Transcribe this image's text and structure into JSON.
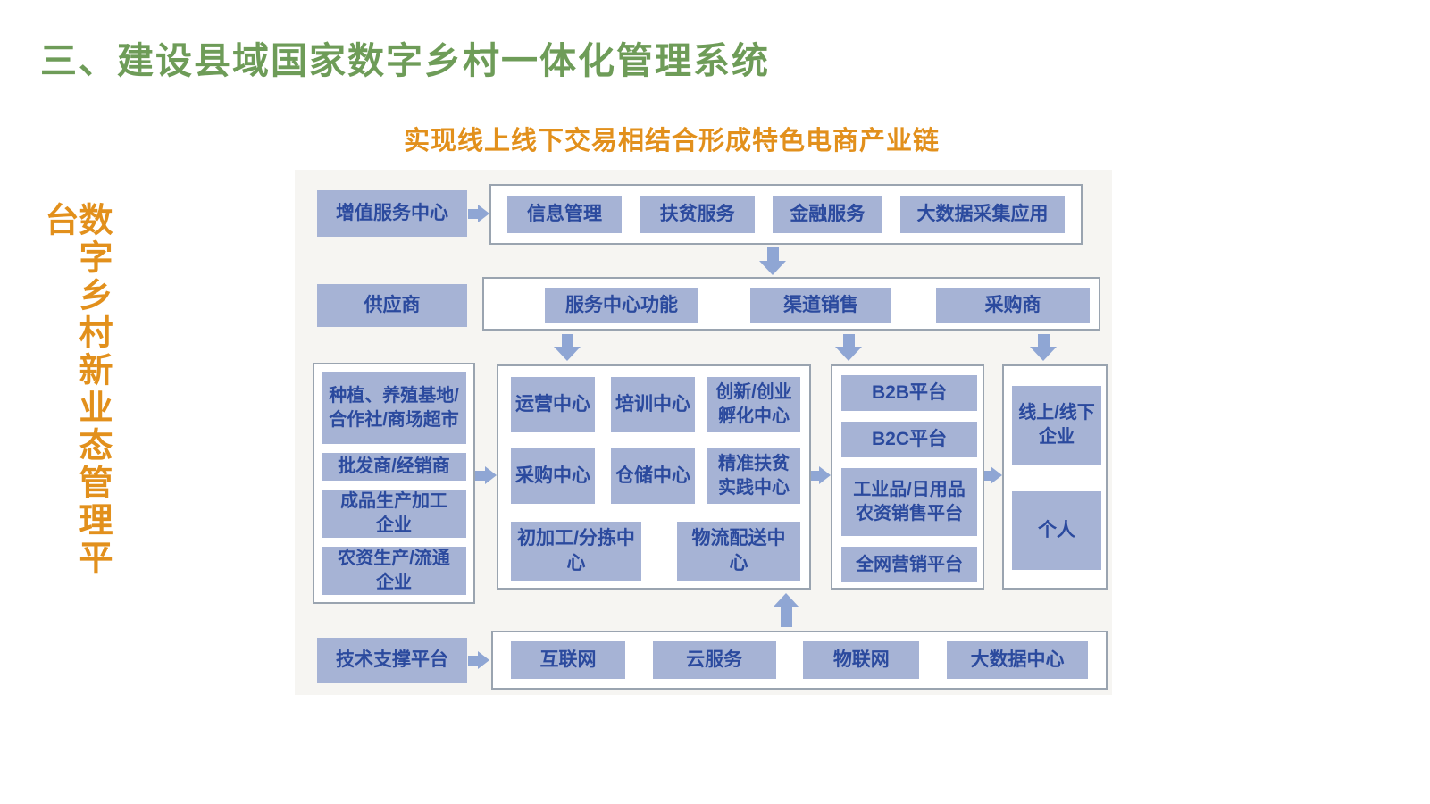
{
  "title": "三、建设县域国家数字乡村一体化管理系统",
  "subtitle": "实现线上线下交易相结合形成特色电商产业链",
  "side_label": "数字乡村新业态管理平台",
  "colors": {
    "title_green": "#6e9c58",
    "accent_orange": "#e2901c",
    "box_fill": "#a6b3d5",
    "box_text": "#2b4a9e",
    "arrow_blue": "#8fa6d4",
    "container_border": "#9aa4b0",
    "canvas_bg": "#f6f5f2"
  },
  "icons": {
    "arrow_right": "arrow-right-icon",
    "arrow_down": "arrow-down-icon",
    "arrow_up": "arrow-up-icon"
  },
  "diagram": {
    "value_added_services": {
      "source": "增值服务中心",
      "items": [
        "信息管理",
        "扶贫服务",
        "金融服务",
        "大数据采集应用"
      ]
    },
    "service_center_row": {
      "source": "供应商",
      "items": [
        "服务中心功能",
        "渠道销售",
        "采购商"
      ]
    },
    "producers": [
      "种植、养殖基地/合作社/商场超市",
      "批发商/经销商",
      "成品生产加工企业",
      "农资生产/流通企业"
    ],
    "centers": [
      "运营中心",
      "培训中心",
      "创新/创业孵化中心",
      "采购中心",
      "仓储中心",
      "精准扶贫实践中心",
      "初加工/分拣中心",
      "物流配送中心"
    ],
    "platforms": [
      "B2B平台",
      "B2C平台",
      "工业品/日用品农资销售平台",
      "全网营销平台"
    ],
    "buyers": [
      "线上/线下企业",
      "个人"
    ],
    "tech_support": {
      "source": "技术支撑平台",
      "items": [
        "互联网",
        "云服务",
        "物联网",
        "大数据中心"
      ]
    }
  }
}
